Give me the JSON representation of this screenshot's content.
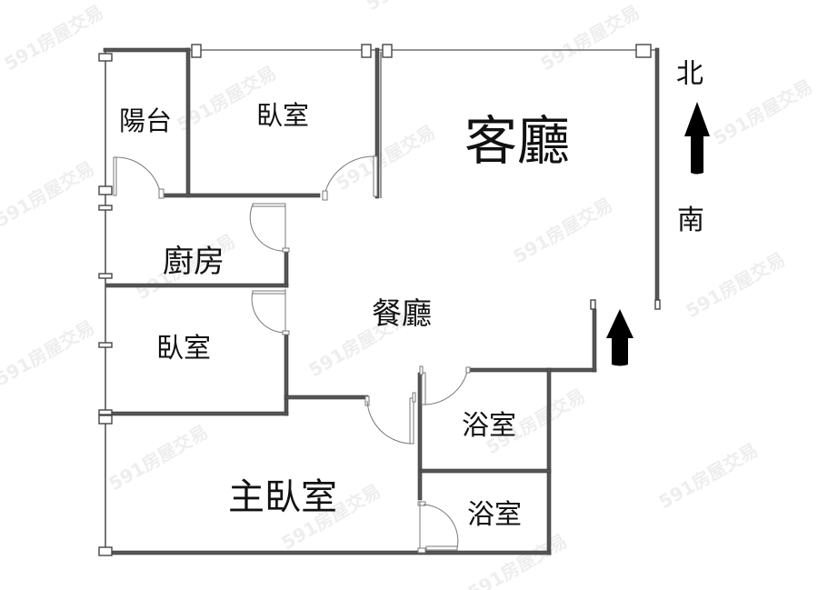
{
  "rooms": {
    "balcony": {
      "label": "陽台"
    },
    "bedroom_north": {
      "label": "臥室"
    },
    "living_room": {
      "label": "客廳"
    },
    "kitchen": {
      "label": "廚房"
    },
    "dining_room": {
      "label": "餐廳"
    },
    "bedroom_west": {
      "label": "臥室"
    },
    "bathroom_upper": {
      "label": "浴室"
    },
    "master_bedroom": {
      "label": "主臥室"
    },
    "bathroom_lower": {
      "label": "浴室"
    }
  },
  "compass": {
    "north_label": "北",
    "south_label": "南",
    "arrow_icon": "north-arrow"
  },
  "entrance": {
    "arrow_icon": "entrance-arrow"
  },
  "watermark": {
    "text": "591房屋交易"
  }
}
